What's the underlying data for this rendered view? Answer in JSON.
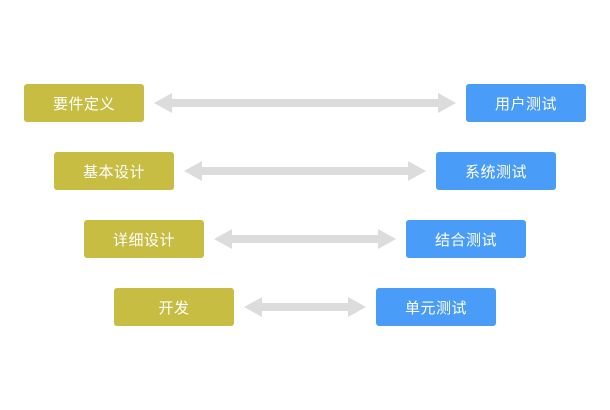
{
  "colors": {
    "development_box": "#c6bd42",
    "test_box": "#4a9cf9",
    "arrow": "#dcdcdc"
  },
  "rows": [
    {
      "left": "要件定义",
      "right": "用户测试"
    },
    {
      "left": "基本设计",
      "right": "系统测试"
    },
    {
      "left": "详细设计",
      "right": "结合测试"
    },
    {
      "left": "开发",
      "right": "单元测试"
    }
  ]
}
